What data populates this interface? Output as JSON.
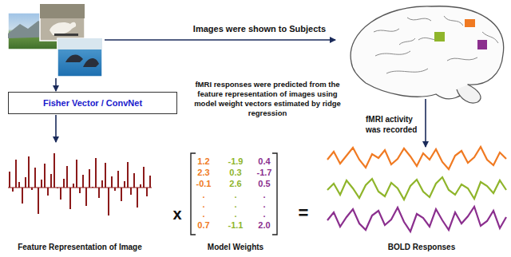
{
  "diagram": {
    "nodes": [
      {
        "text": [
          "Fisher Vector / ConvNet"
        ]
      }
    ],
    "labels": [
      "Images were shown to Subjects",
      "fMRI responses were predicted from the feature representation of images using model weight vectors estimated by ridge regression",
      "fMRI activity was recorded",
      "x",
      "1.2",
      "-1.9",
      "0.4",
      "2.3",
      "0.3",
      "-1.7",
      "-0.1",
      "2.6",
      "0.5",
      ".",
      ".",
      ".",
      ".",
      ".",
      ".",
      ".",
      ".",
      ".",
      "0.7",
      "-1.1",
      "2.0",
      "=",
      "Feature Representation of Image",
      "Model Weights",
      "BOLD Responses"
    ]
  }
}
